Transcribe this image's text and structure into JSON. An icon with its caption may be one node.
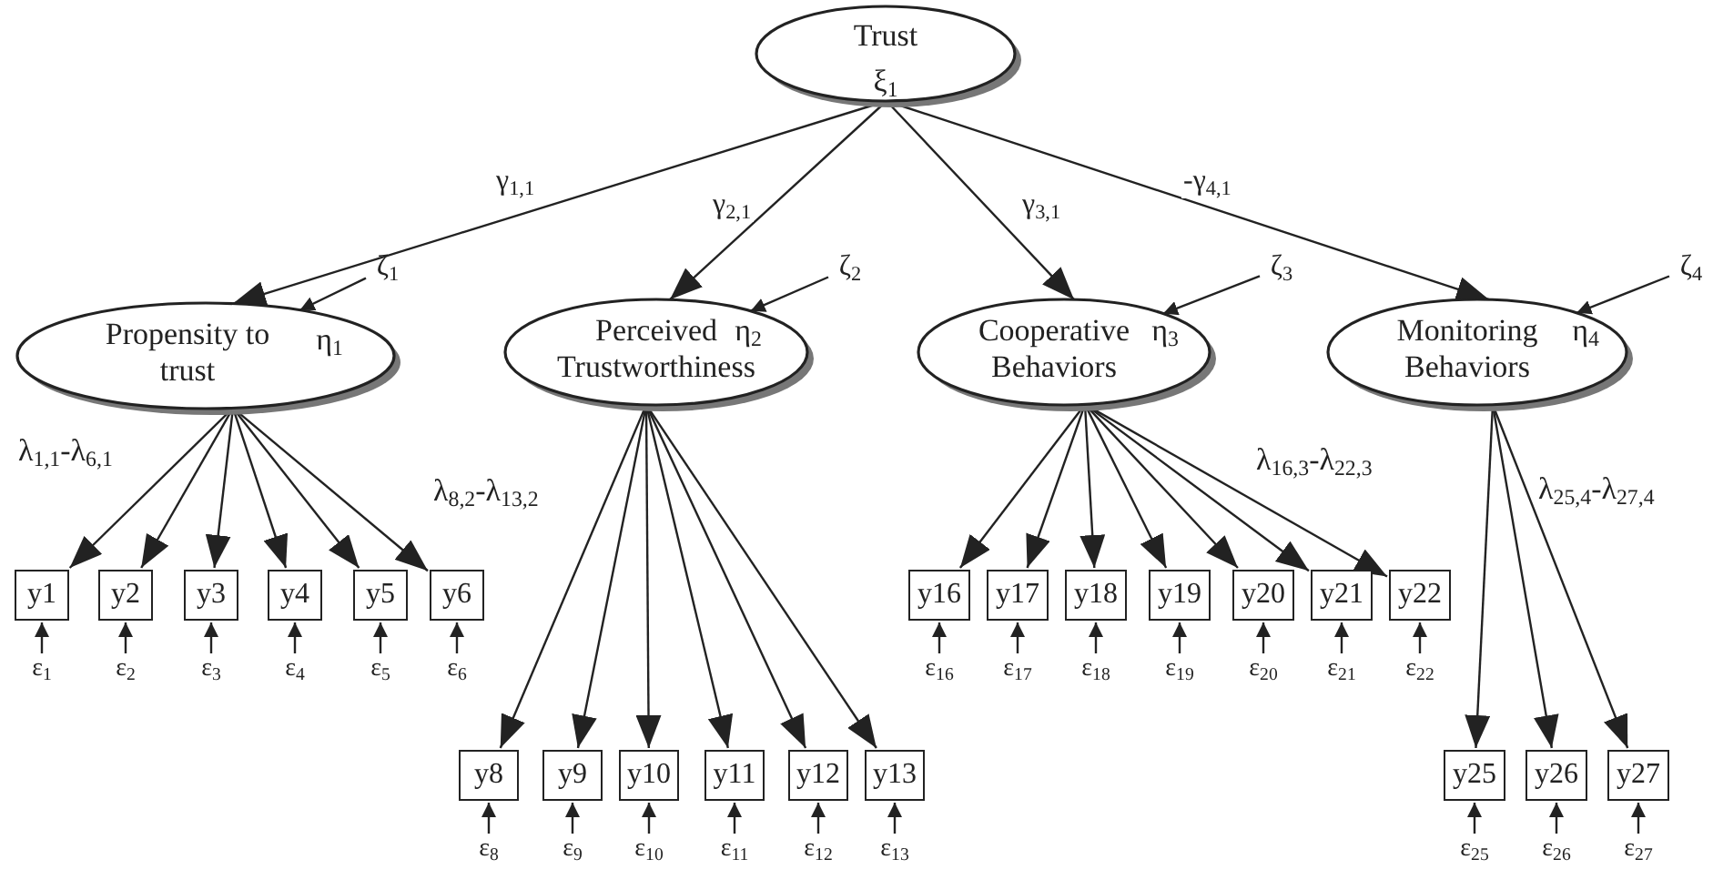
{
  "diagram": {
    "nodes": [
      {
        "text": [
          "Trust",
          "ξ$_{1}$"
        ]
      },
      {
        "text": [
          "Propensity to trust",
          "η$_{1}$"
        ]
      },
      {
        "text": [
          "ζ$_{1}$"
        ]
      },
      {
        "text": [
          "Perceived Trustworthiness",
          "η$_{2}$"
        ]
      },
      {
        "text": [
          "ζ$_{2}$"
        ]
      },
      {
        "text": [
          "Cooperative Behaviors",
          "η$_{3}$"
        ]
      },
      {
        "text": [
          "ζ$_{3}$"
        ]
      },
      {
        "text": [
          "Monitoring Behaviors",
          "η$_{4}$"
        ]
      },
      {
        "text": [
          "ζ$_{4}$"
        ]
      },
      {
        "text": [
          "y1"
        ]
      },
      {
        "text": [
          "y2"
        ]
      },
      {
        "text": [
          "y3"
        ]
      },
      {
        "text": [
          "y4"
        ]
      },
      {
        "text": [
          "y5"
        ]
      },
      {
        "text": [
          "y6"
        ]
      },
      {
        "text": [
          "y8"
        ]
      },
      {
        "text": [
          "y9"
        ]
      },
      {
        "text": [
          "y10"
        ]
      },
      {
        "text": [
          "y11"
        ]
      },
      {
        "text": [
          "y12"
        ]
      },
      {
        "text": [
          "y13"
        ]
      },
      {
        "text": [
          "y16"
        ]
      },
      {
        "text": [
          "y17"
        ]
      },
      {
        "text": [
          "y18"
        ]
      },
      {
        "text": [
          "y19"
        ]
      },
      {
        "text": [
          "y20"
        ]
      },
      {
        "text": [
          "y21"
        ]
      },
      {
        "text": [
          "y22"
        ]
      },
      {
        "text": [
          "y25"
        ]
      },
      {
        "text": [
          "y26"
        ]
      },
      {
        "text": [
          "y27"
        ]
      },
      {
        "text": [
          "ε$_{1}$"
        ]
      },
      {
        "text": [
          "ε$_{2}$"
        ]
      },
      {
        "text": [
          "ε$_{3}$"
        ]
      },
      {
        "text": [
          "ε$_{4}$"
        ]
      },
      {
        "text": [
          "ε$_{5}$"
        ]
      },
      {
        "text": [
          "ε$_{6}$"
        ]
      },
      {
        "text": [
          "ε$_{8}$"
        ]
      },
      {
        "text": [
          "ε$_{9}$"
        ]
      },
      {
        "text": [
          "ε$_{10}$"
        ]
      },
      {
        "text": [
          "ε$_{11}$"
        ]
      },
      {
        "text": [
          "ε$_{12}$"
        ]
      },
      {
        "text": [
          "ε$_{13}$"
        ]
      },
      {
        "text": [
          "ε$_{16}$"
        ]
      },
      {
        "text": [
          "ε$_{17}$"
        ]
      },
      {
        "text": [
          "ε$_{18}$"
        ]
      },
      {
        "text": [
          "ε$_{19}$"
        ]
      },
      {
        "text": [
          "ε$_{20}$"
        ]
      },
      {
        "text": [
          "ε$_{21}$"
        ]
      },
      {
        "text": [
          "ε$_{22}$"
        ]
      },
      {
        "text": [
          "ε$_{25}$"
        ]
      },
      {
        "text": [
          "ε$_{26}$"
        ]
      },
      {
        "text": [
          "ε$_{27}$"
        ]
      }
    ],
    "edges": [
      {
        "from": 0,
        "to": 1,
        "arrow": "to",
        "label": "γ$_{1,1}$"
      },
      {
        "from": 0,
        "to": 3,
        "arrow": "to",
        "label": "γ$_{2,1}$"
      },
      {
        "from": 0,
        "to": 5,
        "arrow": "to",
        "label": "γ$_{3,1}$"
      },
      {
        "from": 0,
        "to": 7,
        "arrow": "to",
        "label": "-γ$_{4,1}$"
      },
      {
        "from": 2,
        "to": 1,
        "arrow": "to"
      },
      {
        "from": 4,
        "to": 3,
        "arrow": "to"
      },
      {
        "from": 6,
        "to": 5,
        "arrow": "to"
      },
      {
        "from": 8,
        "to": 7,
        "arrow": "to"
      },
      {
        "from": 1,
        "to": 9,
        "arrow": "to"
      },
      {
        "from": 1,
        "to": 10,
        "arrow": "to"
      },
      {
        "from": 1,
        "to": 11,
        "arrow": "to"
      },
      {
        "from": 1,
        "to": 12,
        "arrow": "to"
      },
      {
        "from": 1,
        "to": 13,
        "arrow": "to"
      },
      {
        "from": 1,
        "to": 14,
        "arrow": "to"
      },
      {
        "from": 3,
        "to": 15,
        "arrow": "to"
      },
      {
        "from": 3,
        "to": 16,
        "arrow": "to"
      },
      {
        "from": 3,
        "to": 17,
        "arrow": "to"
      },
      {
        "from": 3,
        "to": 18,
        "arrow": "to"
      },
      {
        "from": 3,
        "to": 19,
        "arrow": "to"
      },
      {
        "from": 3,
        "to": 20,
        "arrow": "to"
      },
      {
        "from": 5,
        "to": 21,
        "arrow": "to"
      },
      {
        "from": 5,
        "to": 22,
        "arrow": "to"
      },
      {
        "from": 5,
        "to": 23,
        "arrow": "to"
      },
      {
        "from": 5,
        "to": 24,
        "arrow": "to"
      },
      {
        "from": 5,
        "to": 25,
        "arrow": "to"
      },
      {
        "from": 5,
        "to": 26,
        "arrow": "to"
      },
      {
        "from": 5,
        "to": 27,
        "arrow": "to"
      },
      {
        "from": 7,
        "to": 28,
        "arrow": "to"
      },
      {
        "from": 7,
        "to": 29,
        "arrow": "to"
      },
      {
        "from": 7,
        "to": 30,
        "arrow": "to"
      },
      {
        "from": 31,
        "to": 9,
        "arrow": "to"
      },
      {
        "from": 32,
        "to": 10,
        "arrow": "to"
      },
      {
        "from": 33,
        "to": 11,
        "arrow": "to"
      },
      {
        "from": 34,
        "to": 12,
        "arrow": "to"
      },
      {
        "from": 35,
        "to": 13,
        "arrow": "to"
      },
      {
        "from": 36,
        "to": 14,
        "arrow": "to"
      },
      {
        "from": 37,
        "to": 15,
        "arrow": "to"
      },
      {
        "from": 38,
        "to": 16,
        "arrow": "to"
      },
      {
        "from": 39,
        "to": 17,
        "arrow": "to"
      },
      {
        "from": 40,
        "to": 18,
        "arrow": "to"
      },
      {
        "from": 41,
        "to": 19,
        "arrow": "to"
      },
      {
        "from": 42,
        "to": 20,
        "arrow": "to"
      },
      {
        "from": 43,
        "to": 21,
        "arrow": "to"
      },
      {
        "from": 44,
        "to": 22,
        "arrow": "to"
      },
      {
        "from": 45,
        "to": 23,
        "arrow": "to"
      },
      {
        "from": 46,
        "to": 24,
        "arrow": "to"
      },
      {
        "from": 47,
        "to": 25,
        "arrow": "to"
      },
      {
        "from": 48,
        "to": 26,
        "arrow": "to"
      },
      {
        "from": 49,
        "to": 27,
        "arrow": "to"
      },
      {
        "from": 50,
        "to": 28,
        "arrow": "to"
      },
      {
        "from": 51,
        "to": 29,
        "arrow": "to"
      },
      {
        "from": 52,
        "to": 30,
        "arrow": "to"
      }
    ],
    "labels": [
      "λ$_{1,1}$-λ$_{6,1}$",
      "λ$_{8,2}$-λ$_{13,2}$",
      "λ$_{16,3}$-λ$_{22,3}$",
      "λ$_{25,4}$-λ$_{27,4}$"
    ]
  }
}
